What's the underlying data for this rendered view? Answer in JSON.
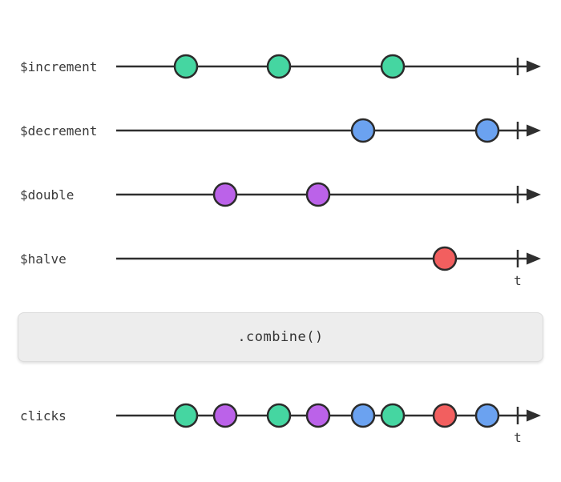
{
  "colors": {
    "background": "#ffffff",
    "line": "#2f2f2f",
    "label_text": "#3a3a3a",
    "marble_stroke": "#2b2b2b",
    "green": "#45d6a1",
    "blue": "#6ba2f0",
    "purple": "#bb62e9",
    "red": "#f25f5f",
    "operator_box_bg": "#ededed",
    "operator_box_border": "#dcdcdc",
    "operator_box_text": "#333333"
  },
  "time_axis_label": "t",
  "input_streams": [
    {
      "label": "$increment",
      "show_t_label": false,
      "marbles": [
        {
          "t": 232,
          "color": "green"
        },
        {
          "t": 348,
          "color": "green"
        },
        {
          "t": 490,
          "color": "green"
        }
      ]
    },
    {
      "label": "$decrement",
      "show_t_label": false,
      "marbles": [
        {
          "t": 453,
          "color": "blue"
        },
        {
          "t": 608,
          "color": "blue"
        }
      ]
    },
    {
      "label": "$double",
      "show_t_label": false,
      "marbles": [
        {
          "t": 281,
          "color": "purple"
        },
        {
          "t": 397,
          "color": "purple"
        }
      ]
    },
    {
      "label": "$halve",
      "show_t_label": true,
      "marbles": [
        {
          "t": 555,
          "color": "red"
        }
      ]
    }
  ],
  "operator_box": {
    "label": ".combine()"
  },
  "result_stream": {
    "label": "clicks",
    "show_t_label": true,
    "marbles": [
      {
        "t": 232,
        "color": "green"
      },
      {
        "t": 281,
        "color": "purple"
      },
      {
        "t": 348,
        "color": "green"
      },
      {
        "t": 397,
        "color": "purple"
      },
      {
        "t": 453,
        "color": "blue"
      },
      {
        "t": 490,
        "color": "green"
      },
      {
        "t": 555,
        "color": "red"
      },
      {
        "t": 608,
        "color": "blue"
      }
    ]
  }
}
